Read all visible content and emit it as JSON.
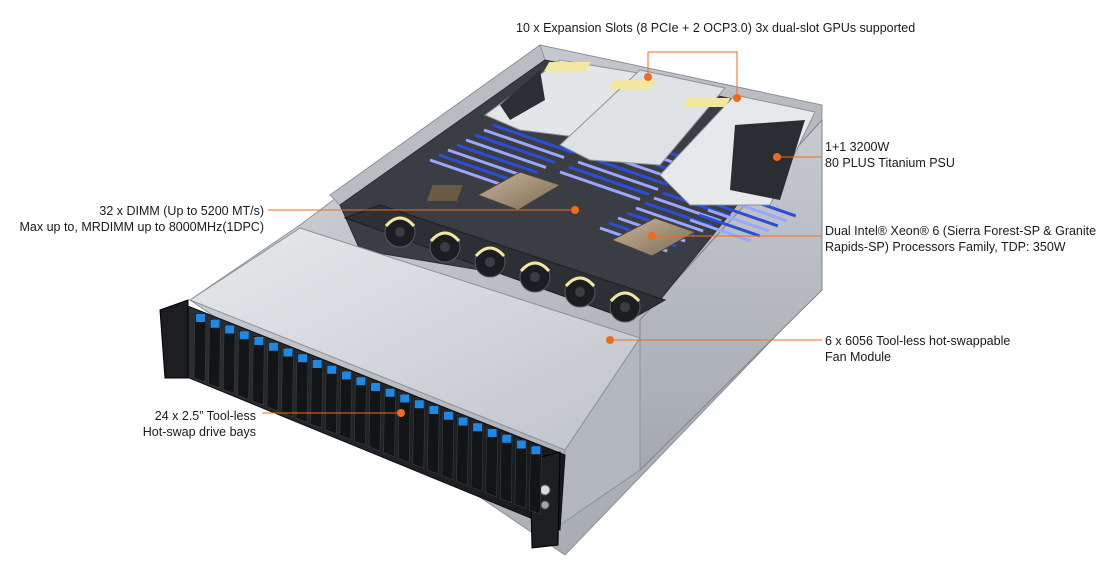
{
  "image": {
    "subject": "server",
    "colors": {
      "accent_orange": "#f26a1b",
      "drive_blue": "#1e88e5",
      "dimm_blue": "#2a4fd6",
      "chassis_silver": "#c9cdd2",
      "chassis_dark": "#1f2226"
    }
  },
  "callouts": {
    "expansion": "10 x Expansion Slots (8 PCIe + 2 OCP3.0) 3x dual-slot GPUs supported",
    "psu": {
      "line1": "1+1 3200W",
      "line2": "80 PLUS Titanium PSU"
    },
    "dimm": {
      "line1": "32 x DIMM (Up to 5200 MT/s)",
      "line2": "Max up to, MRDIMM up to 8000MHz(1DPC)"
    },
    "cpu": {
      "line1": "Dual Intel® Xeon® 6 (Sierra Forest-SP & Granite",
      "line2": "Rapids-SP) Processors Family, TDP: 350W"
    },
    "fan": {
      "line1": "6 x 6056 Tool-less hot-swappable",
      "line2": "Fan Module"
    },
    "drive": {
      "line1": "24 x 2.5” Tool-less",
      "line2": "Hot-swap drive bays"
    }
  }
}
